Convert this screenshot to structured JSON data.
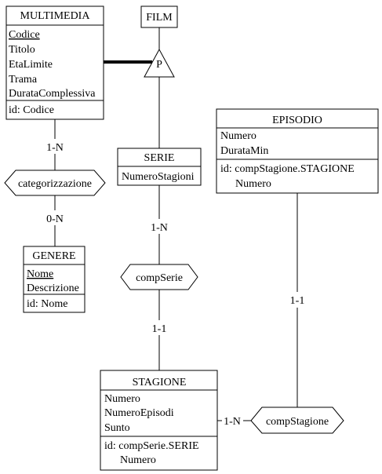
{
  "entities": {
    "multimedia": {
      "name": "MULTIMEDIA",
      "attributes": [
        "Codice",
        "Titolo",
        "EtaLimite",
        "Trama",
        "DurataComplessiva"
      ],
      "identifier": "id: Codice"
    },
    "film": {
      "name": "FILM"
    },
    "serie": {
      "name": "SERIE",
      "attributes": [
        "NumeroStagioni"
      ]
    },
    "episodio": {
      "name": "EPISODIO",
      "attributes": [
        "Numero",
        "DurataMin"
      ],
      "identifier_line1": "id: compStagione.STAGIONE",
      "identifier_line2": "Numero"
    },
    "genere": {
      "name": "GENERE",
      "attributes": [
        "Nome",
        "Descrizione"
      ],
      "identifier": "id: Nome"
    },
    "stagione": {
      "name": "STAGIONE",
      "attributes": [
        "Numero",
        "NumeroEpisodi",
        "Sunto"
      ],
      "identifier_line1": "id: compSerie.SERIE",
      "identifier_line2": "Numero"
    }
  },
  "generalization": {
    "label": "P"
  },
  "relationships": {
    "categorizzazione": "categorizzazione",
    "compSerie": "compSerie",
    "compStagione": "compStagione"
  },
  "cardinalities": {
    "multimedia_categorizzazione": "1-N",
    "genere_categorizzazione": "0-N",
    "serie_compSerie": "1-N",
    "stagione_compSerie": "1-1",
    "episodio_compStagione": "1-1",
    "stagione_compStagione": "1-N"
  }
}
